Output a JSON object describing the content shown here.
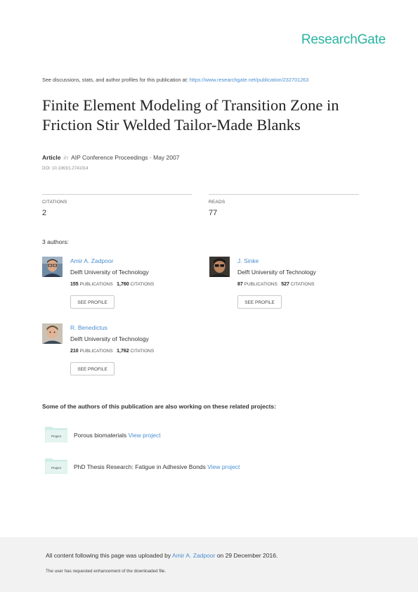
{
  "brand": "ResearchGate",
  "discussion": {
    "text": "See discussions, stats, and author profiles for this publication at: ",
    "url": "https://www.researchgate.net/publication/232701263"
  },
  "paper": {
    "title": "Finite Element Modeling of Transition Zone in Friction Stir Welded Tailor-Made Blanks",
    "type": "Article",
    "in": "in",
    "venue": "AIP Conference Proceedings · May 2007",
    "doi": "DOI: 10.1063/1.2741014"
  },
  "stats": {
    "citations_label": "CITATIONS",
    "citations_value": "2",
    "reads_label": "READS",
    "reads_value": "77"
  },
  "authors_label": "3 authors:",
  "authors": [
    {
      "name": "Amir A. Zadpoor",
      "institution": "Delft University of Technology",
      "publications": "155",
      "publications_label": "PUBLICATIONS",
      "citations": "1,760",
      "citations_label": "CITATIONS",
      "button": "SEE PROFILE"
    },
    {
      "name": "J. Sinke",
      "institution": "Delft University of Technology",
      "publications": "87",
      "publications_label": "PUBLICATIONS",
      "citations": "527",
      "citations_label": "CITATIONS",
      "button": "SEE PROFILE"
    },
    {
      "name": "R. Benedictus",
      "institution": "Delft University of Technology",
      "publications": "210",
      "publications_label": "PUBLICATIONS",
      "citations": "1,762",
      "citations_label": "CITATIONS",
      "button": "SEE PROFILE"
    }
  ],
  "related": {
    "label": "Some of the authors of this publication are also working on these related projects:",
    "icon_text": "Project",
    "projects": [
      {
        "name": "Porous biomaterials ",
        "link": "View project"
      },
      {
        "name": "PhD Thesis Research: Fatigue in Adhesive Bonds ",
        "link": "View project"
      }
    ]
  },
  "footer": {
    "prefix": "All content following this page was uploaded by ",
    "uploader": "Amir A. Zadpoor",
    "suffix": " on 29 December 2016.",
    "note": "The user has requested enhancement of the downloaded file."
  },
  "colors": {
    "brand": "#29b3a0",
    "link": "#4a8fd0"
  }
}
